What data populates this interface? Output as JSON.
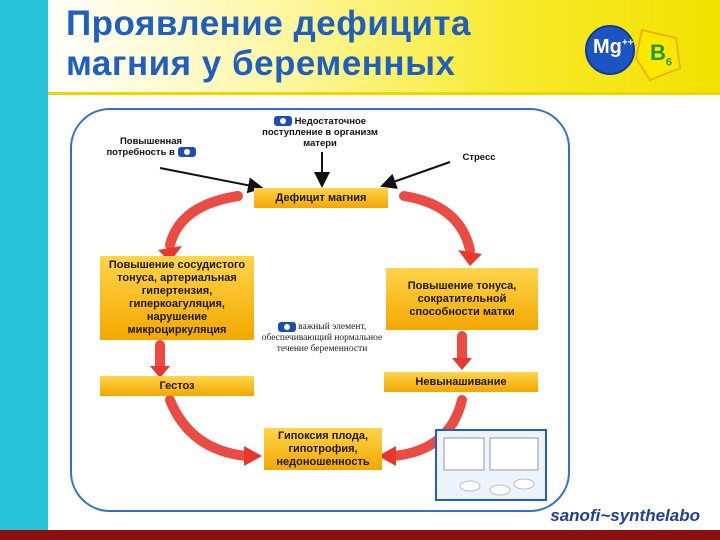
{
  "slide": {
    "title_line1": "Проявление дефицита",
    "title_line2": "магния у беременных",
    "logo": {
      "mg": "Mg",
      "charge": "++",
      "b": "B",
      "b_sub": "6"
    },
    "brand": "sanofi~synthelabo"
  },
  "diagram": {
    "cause_left": "Повышенная потребность в",
    "cause_center": "Недостаточное поступление в организм матери",
    "cause_right": "Стресс",
    "center": "Дефицит магния",
    "left_effect": "Повышение сосудистого тонуса, артериальная гипертензия, гиперкоагуляция, нарушение микроциркуляция",
    "right_effect": "Повышение тонуса, сократительной способности матки",
    "note": "важный элемент, обеспечивающий нормальное течение беременности",
    "left_outcome": "Гестоз",
    "right_outcome": "Невынашивание",
    "bottom_outcome": "Гипоксия плода, гипотрофия, недоношенность"
  },
  "colors": {
    "accent": "#2f73c9",
    "box": "#f3a700",
    "arrow": "#e8372e",
    "side": "#29c3d9"
  }
}
